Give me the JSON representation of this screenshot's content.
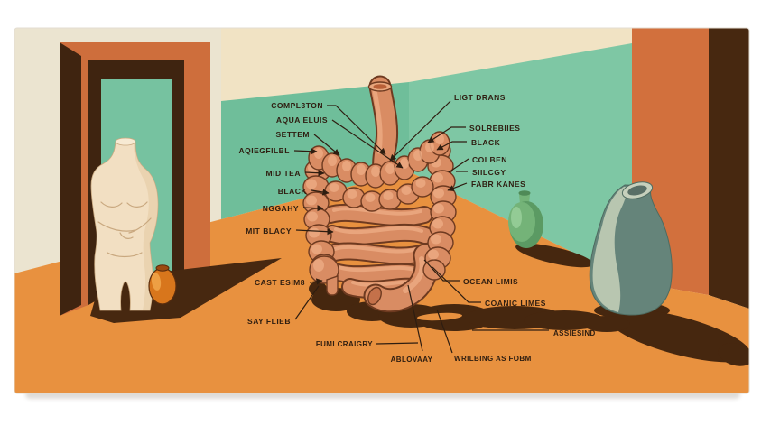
{
  "palette": {
    "page_bg": "#FFFFFF",
    "floor_orange": "#E8913F",
    "wall_teal_left": "#6FBE9A",
    "wall_teal_right": "#7EC7A4",
    "wall_cream": "#EBE4D0",
    "ceiling_cream": "#F1E3C4",
    "door_frame_orange": "#CE6E3C",
    "right_panel_orange": "#D2703D",
    "shadow_brown": "#472810",
    "organ_salmon": "#D98C63",
    "organ_highlight": "#EBA981",
    "organ_outline": "#6E3A20",
    "statue_cream": "#F2DFC2",
    "pot_orange": "#D8761C",
    "green_vase": "#6FAE74",
    "sage_vase": "#65847A",
    "label_ink": "#2E1D10"
  },
  "diagram": {
    "left_labels": [
      "COMPL3TON",
      "AQUA ELUIS",
      "SETTEM",
      "AQIEGFILBL",
      "MID TEA",
      "BLACK",
      "NGGAHY",
      "MIT BLACY",
      "CAST ESIM8",
      "SAY FLIEB"
    ],
    "bottom_labels": [
      "FUMI CRAIGRY",
      "ABLOVAAY",
      "WRILBING AS FOBM"
    ],
    "right_labels": [
      "LIGT DRANS",
      "SOLREBIIES",
      "BLACK",
      "COLBEN",
      "SIILCGY",
      "FABR KANES",
      "OCEAN LIMIS",
      "COANIC LIMES",
      "ASSIESIND"
    ]
  }
}
